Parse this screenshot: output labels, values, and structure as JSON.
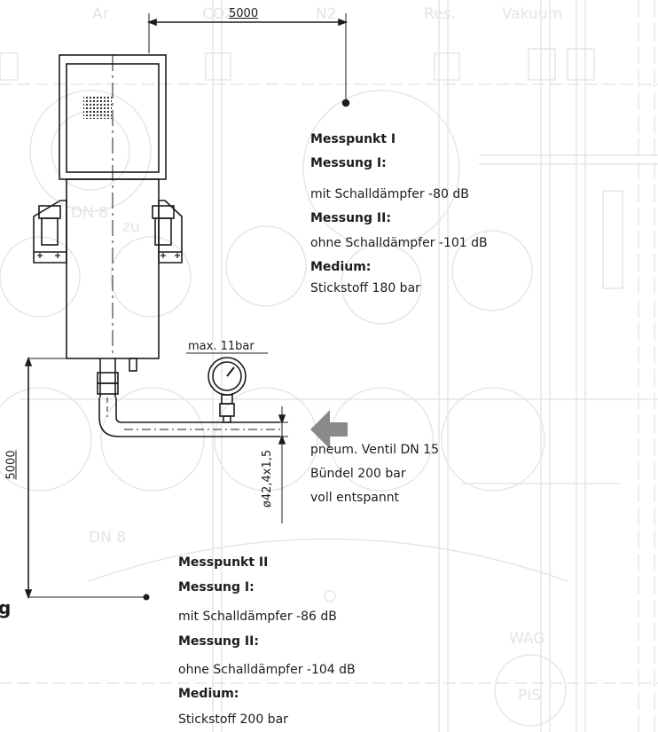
{
  "background": {
    "labels": [
      "Ar",
      "CO2",
      "N2",
      "Res.",
      "Vakuum",
      "DN 8",
      "zu",
      "DN 8",
      "WAG",
      "PIS"
    ]
  },
  "drawing": {
    "dim_top": "5000",
    "dim_left": "5000",
    "gauge_label": "max. 11bar",
    "pipe_dim": "ø42,4x1,5"
  },
  "point1": {
    "title": "Messpunkt I",
    "m1_label": "Messung I:",
    "m1_value": "mit Schalldämpfer -80 dB",
    "m2_label": "Messung II:",
    "m2_value": "ohne Schalldämpfer -101 dB",
    "medium_label": "Medium:",
    "medium_value": "Stickstoff 180 bar"
  },
  "valve": {
    "line1": "pneum. Ventil DN 15",
    "line2": "Bündel 200 bar",
    "line3": "voll entspannt"
  },
  "point2": {
    "title": "Messpunkt II",
    "m1_label": "Messung I:",
    "m1_value": "mit Schalldämpfer -86 dB",
    "m2_label": "Messung II:",
    "m2_value": "ohne Schalldämpfer -104 dB",
    "medium_label": "Medium:",
    "medium_value": "Stickstoff 200 bar"
  },
  "cropped_left_char": "g",
  "colors": {
    "arrow": "#8a8a8a",
    "line": "#1c1c1c",
    "ghost": "#e4e4e4"
  }
}
